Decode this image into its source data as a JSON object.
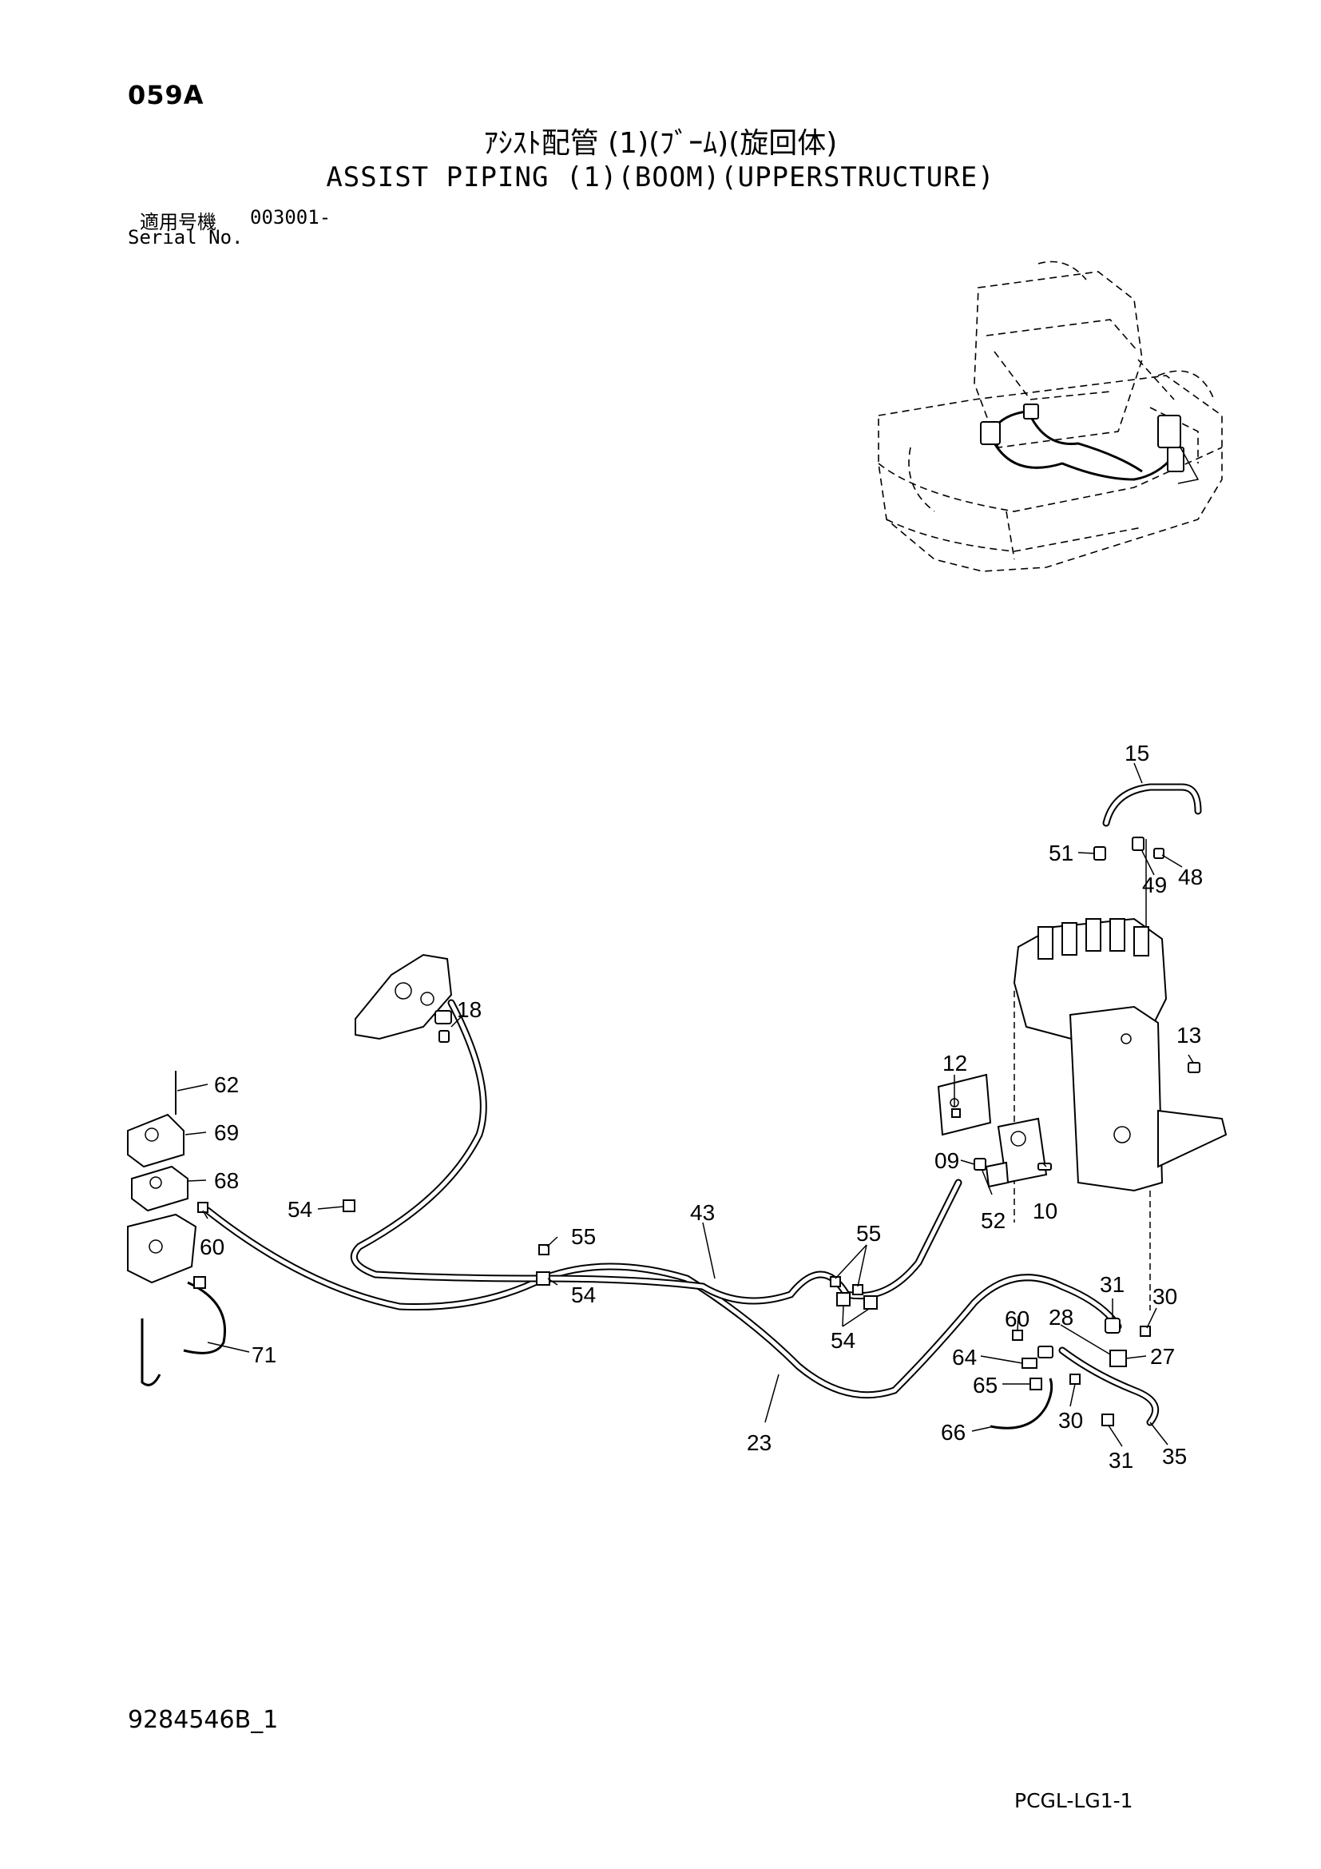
{
  "header": {
    "page_code": "059A",
    "title_jp": "ｱｼｽﾄ配管 (1)(ﾌﾞｰﾑ)(旋回体)",
    "title_en": "ASSIST PIPING (1)(BOOM)(UPPERSTRUCTURE)",
    "serial_label_jp": "適用号機",
    "serial_value": "003001-",
    "serial_label_en": "Serial No."
  },
  "callouts": {
    "c15": "15",
    "c51": "51",
    "c49": "49",
    "c48": "48",
    "c18": "18",
    "c13": "13",
    "c12": "12",
    "c62": "62",
    "c69": "69",
    "c09": "09",
    "c68": "68",
    "c10": "10",
    "c54a": "54",
    "c52": "52",
    "c60a": "60",
    "c55a": "55",
    "c43": "43",
    "c55b": "55",
    "c54b": "54",
    "c31a": "31",
    "c30a": "30",
    "c54c": "54",
    "c60b": "60",
    "c28": "28",
    "c71": "71",
    "c64": "64",
    "c27": "27",
    "c65": "65",
    "c30b": "30",
    "c66": "66",
    "c23": "23",
    "c31b": "31",
    "c35": "35"
  },
  "footer": {
    "doc_number": "9284546B_1",
    "sheet_code": "PCGL-LG1-1"
  }
}
